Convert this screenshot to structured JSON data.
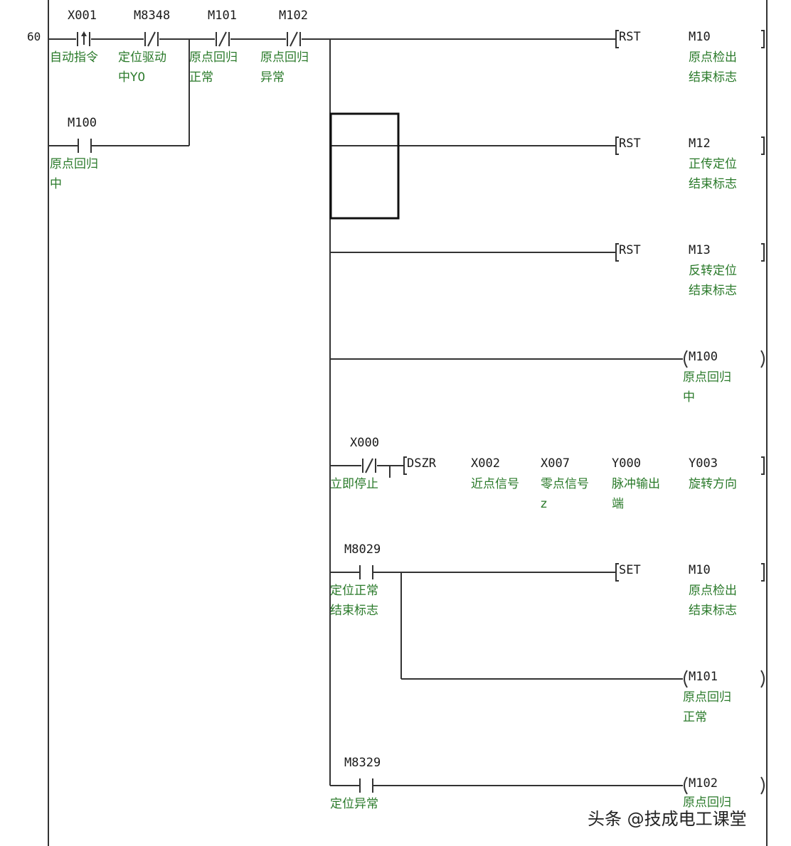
{
  "step_number": "60",
  "watermark": "头条 @技成电工课堂",
  "inputs": {
    "x001": {
      "device": "X001",
      "comment": [
        "自动指令"
      ]
    },
    "m8348": {
      "device": "M8348",
      "comment": [
        "定位驱动",
        "中Y0"
      ]
    },
    "m101c": {
      "device": "M101",
      "comment": [
        "原点回归",
        "正常"
      ]
    },
    "m102c": {
      "device": "M102",
      "comment": [
        "原点回归",
        "异常"
      ]
    },
    "m100c": {
      "device": "M100",
      "comment": [
        "原点回归",
        "中"
      ]
    },
    "x000": {
      "device": "X000",
      "comment": [
        "立即停止"
      ]
    },
    "m8029": {
      "device": "M8029",
      "comment": [
        "定位正常",
        "结束标志"
      ]
    },
    "m8329": {
      "device": "M8329",
      "comment": [
        "定位异常"
      ]
    }
  },
  "outputs": {
    "rst_m10": {
      "instr": "RST",
      "device": "M10",
      "comment": [
        "原点检出",
        "结束标志"
      ]
    },
    "rst_m12": {
      "instr": "RST",
      "device": "M12",
      "comment": [
        "正传定位",
        "结束标志"
      ]
    },
    "rst_m13": {
      "instr": "RST",
      "device": "M13",
      "comment": [
        "反转定位",
        "结束标志"
      ]
    },
    "coil_m100": {
      "device": "M100",
      "comment": [
        "原点回归",
        "中"
      ]
    },
    "dszr": {
      "instr": "DSZR",
      "operands": [
        {
          "device": "X002",
          "comment": [
            "近点信号"
          ]
        },
        {
          "device": "X007",
          "comment": [
            "零点信号",
            "z"
          ]
        },
        {
          "device": "Y000",
          "comment": [
            "脉冲输出",
            "端"
          ]
        },
        {
          "device": "Y003",
          "comment": [
            "旋转方向"
          ]
        }
      ]
    },
    "set_m10": {
      "instr": "SET",
      "device": "M10",
      "comment": [
        "原点检出",
        "结束标志"
      ]
    },
    "coil_m101": {
      "device": "M101",
      "comment": [
        "原点回归",
        "正常"
      ]
    },
    "coil_m102": {
      "device": "M102",
      "comment": [
        "原点回归"
      ]
    }
  },
  "colors": {
    "wire": "#333333",
    "comment": "#2a7a2a",
    "device": "#1a1a1a"
  }
}
